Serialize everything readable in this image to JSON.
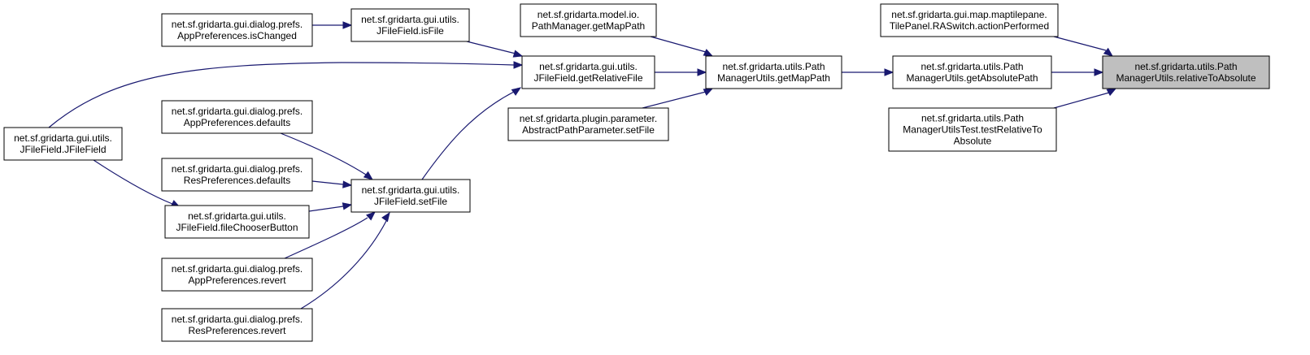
{
  "diagram": {
    "type": "call-graph",
    "nodes": [
      {
        "id": "root",
        "lines": [
          "net.sf.gridarta.utils.Path",
          "ManagerUtils.relativeToAbsolute"
        ],
        "highlighted": true
      },
      {
        "id": "rasw",
        "lines": [
          "net.sf.gridarta.gui.map.maptilepane.",
          "TilePanel.RASwitch.actionPerformed"
        ]
      },
      {
        "id": "getabs",
        "lines": [
          "net.sf.gridarta.utils.Path",
          "ManagerUtils.getAbsolutePath"
        ]
      },
      {
        "id": "test",
        "lines": [
          "net.sf.gridarta.utils.Path",
          "ManagerUtilsTest.testRelativeTo",
          "Absolute"
        ]
      },
      {
        "id": "getmap",
        "lines": [
          "net.sf.gridarta.utils.Path",
          "ManagerUtils.getMapPath"
        ]
      },
      {
        "id": "pmgetmap",
        "lines": [
          "net.sf.gridarta.model.io.",
          "PathManager.getMapPath"
        ]
      },
      {
        "id": "getrel",
        "lines": [
          "net.sf.gridarta.gui.utils.",
          "JFileField.getRelativeFile"
        ]
      },
      {
        "id": "apsetfile",
        "lines": [
          "net.sf.gridarta.plugin.parameter.",
          "AbstractPathParameter.setFile"
        ]
      },
      {
        "id": "isfile",
        "lines": [
          "net.sf.gridarta.gui.utils.",
          "JFileField.isFile"
        ]
      },
      {
        "id": "setfile",
        "lines": [
          "net.sf.gridarta.gui.utils.",
          "JFileField.setFile"
        ]
      },
      {
        "id": "ischanged",
        "lines": [
          "net.sf.gridarta.gui.dialog.prefs.",
          "AppPreferences.isChanged"
        ]
      },
      {
        "id": "jff",
        "lines": [
          "net.sf.gridarta.gui.utils.",
          "JFileField.JFileField"
        ]
      },
      {
        "id": "appdef",
        "lines": [
          "net.sf.gridarta.gui.dialog.prefs.",
          "AppPreferences.defaults"
        ]
      },
      {
        "id": "resdef",
        "lines": [
          "net.sf.gridarta.gui.dialog.prefs.",
          "ResPreferences.defaults"
        ]
      },
      {
        "id": "fcb",
        "lines": [
          "net.sf.gridarta.gui.utils.",
          "JFileField.fileChooserButton"
        ]
      },
      {
        "id": "apprev",
        "lines": [
          "net.sf.gridarta.gui.dialog.prefs.",
          "AppPreferences.revert"
        ]
      },
      {
        "id": "resrev",
        "lines": [
          "net.sf.gridarta.gui.dialog.prefs.",
          "ResPreferences.revert"
        ]
      }
    ],
    "edges": [
      {
        "from": "rasw",
        "to": "root"
      },
      {
        "from": "getabs",
        "to": "root"
      },
      {
        "from": "test",
        "to": "root"
      },
      {
        "from": "getmap",
        "to": "getabs"
      },
      {
        "from": "pmgetmap",
        "to": "getmap"
      },
      {
        "from": "getrel",
        "to": "getmap"
      },
      {
        "from": "apsetfile",
        "to": "getmap"
      },
      {
        "from": "isfile",
        "to": "getrel"
      },
      {
        "from": "jff",
        "to": "getrel"
      },
      {
        "from": "setfile",
        "to": "getrel"
      },
      {
        "from": "ischanged",
        "to": "isfile"
      },
      {
        "from": "appdef",
        "to": "setfile"
      },
      {
        "from": "resdef",
        "to": "setfile"
      },
      {
        "from": "fcb",
        "to": "setfile"
      },
      {
        "from": "apprev",
        "to": "setfile"
      },
      {
        "from": "resrev",
        "to": "setfile"
      },
      {
        "from": "jff",
        "to": "fcb"
      }
    ],
    "colors": {
      "edge": "#191970",
      "node_border": "#000000",
      "node_fill": "#ffffff",
      "root_fill": "#bfbfbf"
    }
  }
}
